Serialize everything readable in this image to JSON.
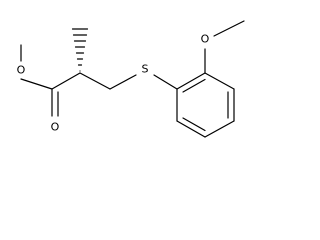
{
  "molecule": {
    "atoms": {
      "oxygen_ether_top": "O",
      "oxygen_ester": "O",
      "oxygen_carbonyl": "O",
      "sulfur": "S"
    },
    "colors": {
      "bond": "#000000",
      "atom_label": "#000000",
      "background": "#ffffff"
    }
  }
}
